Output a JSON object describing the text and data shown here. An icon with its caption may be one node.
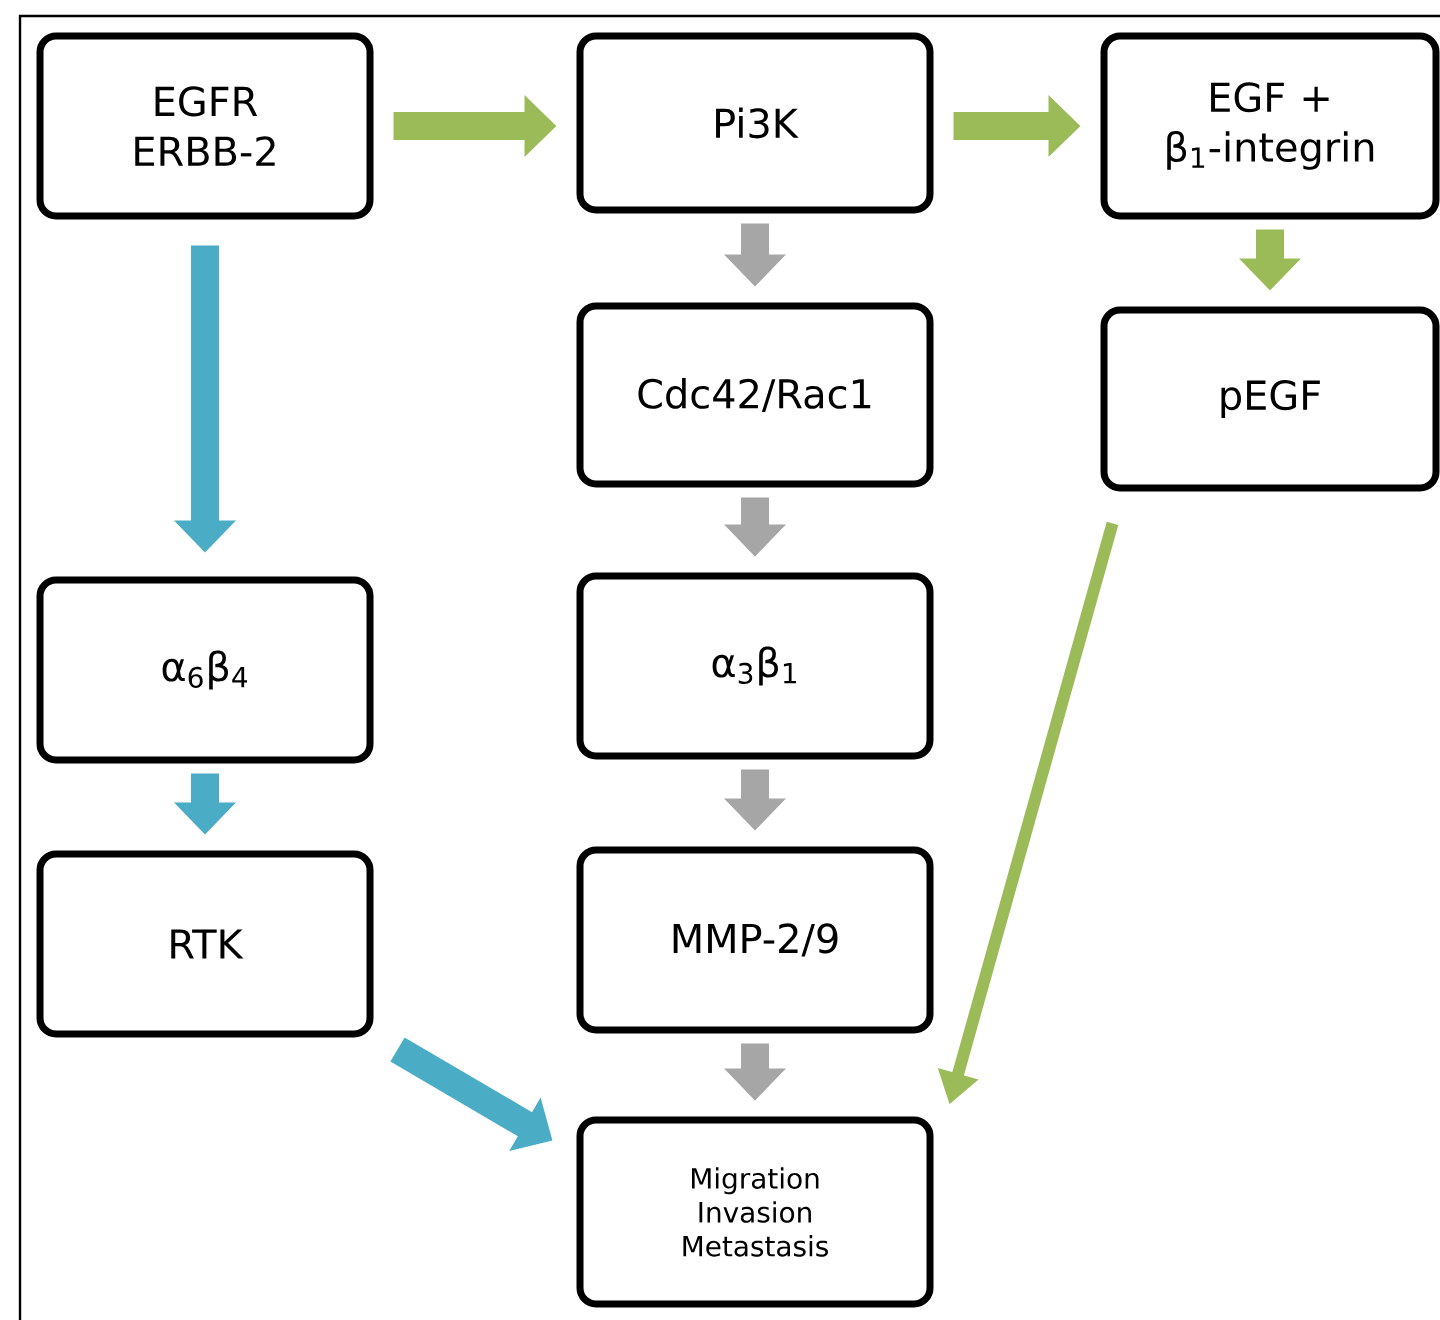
{
  "diagram": {
    "nodes": [
      {
        "text": [
          "EGFR ERBB-2"
        ]
      },
      {
        "text": [
          "Pi3K"
        ]
      },
      {
        "text": [
          "EGF + β$_{1}$-integrin"
        ]
      },
      {
        "text": [
          "Cdc42/Rac1"
        ]
      },
      {
        "text": [
          "pEGF"
        ]
      },
      {
        "text": [
          "α$_{6}$β$_{4}$"
        ]
      },
      {
        "text": [
          "α$_{3}$β$_{1}$"
        ]
      },
      {
        "text": [
          "RTK"
        ]
      },
      {
        "text": [
          "MMP-2/9"
        ]
      },
      {
        "text": [
          "Migration Invasion Metastasis"
        ]
      }
    ],
    "edges": [
      {
        "from": 0,
        "to": 1,
        "arrow": "to",
        "color": "#9bbb59"
      },
      {
        "from": 1,
        "to": 2,
        "arrow": "to",
        "color": "#9bbb59"
      },
      {
        "from": 2,
        "to": 4,
        "arrow": "to",
        "color": "#9bbb59"
      },
      {
        "from": 1,
        "to": 3,
        "arrow": "to",
        "color": "#a6a6a6"
      },
      {
        "from": 3,
        "to": 6,
        "arrow": "to",
        "color": "#a6a6a6"
      },
      {
        "from": 6,
        "to": 8,
        "arrow": "to",
        "color": "#a6a6a6"
      },
      {
        "from": 8,
        "to": 9,
        "arrow": "to",
        "color": "#a6a6a6"
      },
      {
        "from": 0,
        "to": 5,
        "arrow": "to",
        "color": "#4bacc6"
      },
      {
        "from": 5,
        "to": 7,
        "arrow": "to",
        "color": "#4bacc6"
      },
      {
        "from": 7,
        "to": 9,
        "arrow": "to",
        "color": "#4bacc6"
      },
      {
        "from": 4,
        "to": 9,
        "arrow": "to",
        "color": "#9bbb59"
      }
    ]
  }
}
